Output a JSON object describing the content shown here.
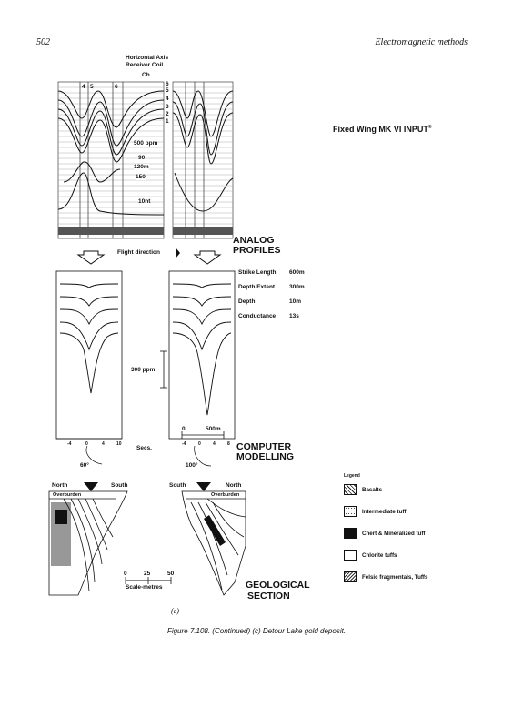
{
  "page": {
    "number": "502",
    "running_title": "Electromagnetic methods"
  },
  "figure": {
    "caption": "Figure 7.108. (Continued) (c) Detour Lake gold deposit.",
    "panel_label": "(c)",
    "system_title": "Fixed Wing MK VI INPUT",
    "system_title_sup": "®",
    "coil_label_1": "Horizontal Axis",
    "coil_label_2": "Receiver Coil",
    "channel_header": "Ch.",
    "channels": [
      "6",
      "5",
      "4",
      "3",
      "2",
      "1"
    ],
    "channel_top_marks": [
      "4",
      "5",
      "6"
    ],
    "analog_scales": [
      "500 ppm",
      "90",
      "120m",
      "150",
      "10nt"
    ],
    "flight_direction": "Flight direction",
    "section_labels": {
      "analog": [
        "ANALOG",
        "PROFILES"
      ],
      "modelling": [
        "COMPUTER",
        "MODELLING"
      ],
      "geology": [
        "GEOLOGICAL",
        "SECTION"
      ]
    },
    "model_params": [
      {
        "name": "Strike Length",
        "value": "600m"
      },
      {
        "name": "Depth Extent",
        "value": "300m"
      },
      {
        "name": "Depth",
        "value": "10m"
      },
      {
        "name": "Conductance",
        "value": "13s"
      }
    ],
    "model_scale": "300 ppm",
    "model_distance_scale": {
      "start": "0",
      "end": "500m"
    },
    "secs_label": "Secs.",
    "left_model_ticks": [
      "-4",
      "0",
      "4",
      "10"
    ],
    "right_model_ticks": [
      "-4",
      "0",
      "4",
      "8"
    ],
    "dip_left": "60°",
    "dip_right": "100°",
    "section_directions": {
      "left": [
        "North",
        "South"
      ],
      "right": [
        "South",
        "North"
      ]
    },
    "overburden": "Overburden",
    "section_scale": {
      "ticks": [
        "0",
        "25",
        "50"
      ],
      "label": "Scale-metres"
    },
    "legend_title": "Legend",
    "legend_items": [
      {
        "key": "basalt",
        "label": "Basalts"
      },
      {
        "key": "inter",
        "label": "Intermediate tuff"
      },
      {
        "key": "chert",
        "label": "Chert & Mineralized tuff"
      },
      {
        "key": "chlor",
        "label": "Chlorite tuffs"
      },
      {
        "key": "felsic",
        "label": "Felsic fragmentals, Tuffs"
      }
    ]
  }
}
